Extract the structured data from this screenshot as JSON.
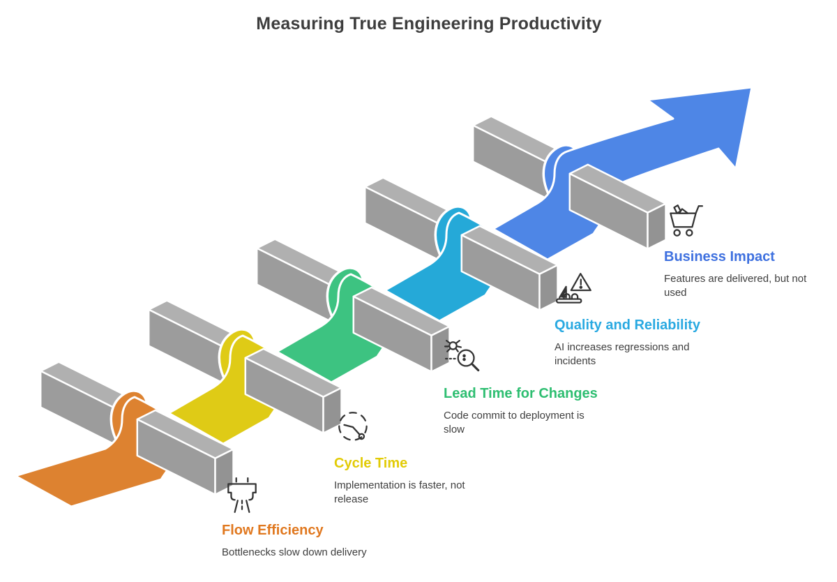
{
  "title": "Measuring True Engineering Productivity",
  "title_color": "#3D3D3D",
  "steps": [
    {
      "label": "Flow Efficiency",
      "description": "Bottlenecks slow down delivery",
      "color": "#DD8230",
      "label_color": "#E0781F",
      "icon": "road-bottleneck-icon"
    },
    {
      "label": "Cycle Time",
      "description": "Implementation is faster, not release",
      "color": "#DFCB16",
      "label_color": "#E2CB06",
      "icon": "stopwatch-icon"
    },
    {
      "label": "Lead Time for Changes",
      "description": "Code commit to deployment is slow",
      "color": "#3DC381",
      "label_color": "#2EBE71",
      "icon": "bug-magnifier-icon"
    },
    {
      "label": "Quality and Reliability",
      "description": "AI increases regressions and incidents",
      "color": "#25A9D8",
      "label_color": "#29A9E1",
      "icon": "incident-warning-icon"
    },
    {
      "label": "Business Impact",
      "description": "Features are delivered, but not used",
      "color": "#4E86E6",
      "label_color": "#3E70DF",
      "icon": "shopping-cart-icon"
    }
  ],
  "bar_colors": {
    "top": "#B0B0B0",
    "front": "#9C9C9C",
    "end": "#939393",
    "outline": "#FFFFFF"
  }
}
